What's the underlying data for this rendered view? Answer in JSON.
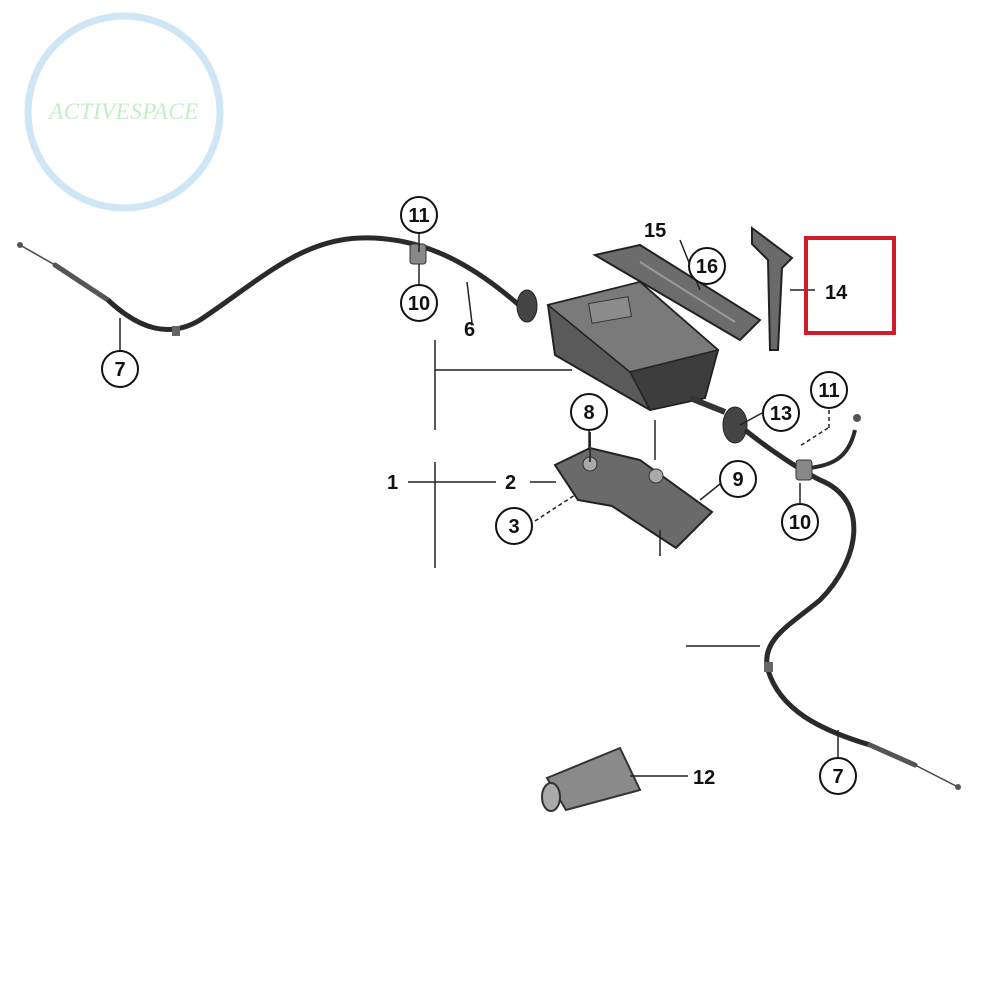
{
  "watermark": {
    "text": "ACTIVESPACE"
  },
  "callouts": {
    "c11_top": "11",
    "c10_top": "10",
    "c7_left": "7",
    "c8": "8",
    "c3": "3",
    "c9": "9",
    "c13": "13",
    "c11_right": "11",
    "c10_right": "10",
    "c16": "16",
    "c7_bottom": "7"
  },
  "labels": {
    "l6": "6",
    "l15": "15",
    "l14": "14",
    "l1": "1",
    "l2": "2",
    "l12": "12"
  },
  "colors": {
    "highlight_box": "#d11a2a",
    "watermark": "#c5edc5",
    "cable": "#2a2a2a"
  },
  "highlighted_part": "14"
}
